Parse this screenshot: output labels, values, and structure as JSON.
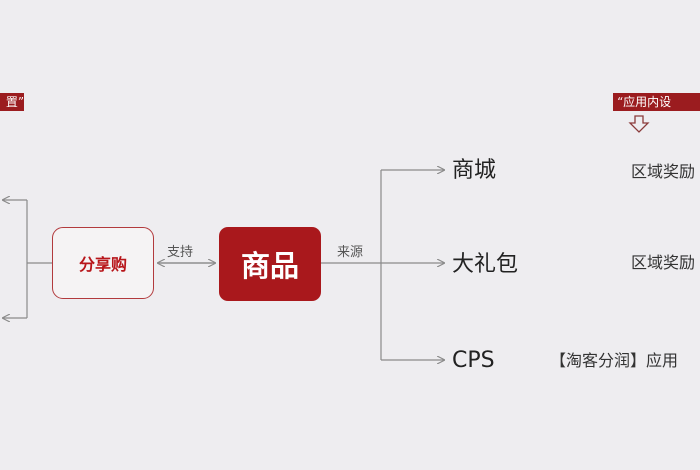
{
  "diagram": {
    "tag_left": "置”",
    "tag_right": "“应用内设",
    "share_node": "分享购",
    "product_node": "商品",
    "edge_support": "支持",
    "edge_source": "来源",
    "branches": [
      {
        "label": "商城",
        "note": "区域奖励"
      },
      {
        "label": "大礼包",
        "note": "区域奖励"
      },
      {
        "label": "CPS",
        "note": "【淘客分润】应用"
      }
    ]
  },
  "colors": {
    "accent": "#a9181c",
    "background": "#eeedf0",
    "line": "#8a8a8a"
  }
}
